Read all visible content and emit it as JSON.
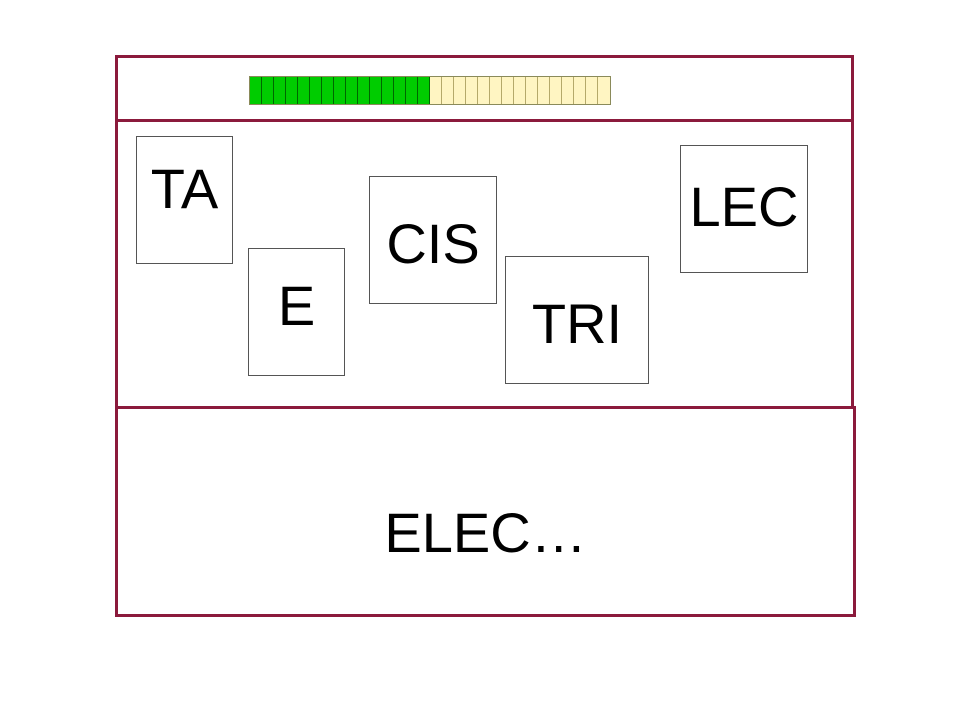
{
  "progress": {
    "filled_segments": 15,
    "total_segments": 30,
    "filled_color": "#00cc00",
    "empty_color": "#fff5c2"
  },
  "tiles": [
    {
      "id": "ta",
      "label": "TA"
    },
    {
      "id": "e",
      "label": "E"
    },
    {
      "id": "cis",
      "label": "CIS"
    },
    {
      "id": "tri",
      "label": "TRI"
    },
    {
      "id": "lec",
      "label": "LEC"
    }
  ],
  "answer": {
    "text": "ELEC…"
  },
  "colors": {
    "frame_border": "#8b1a3c"
  }
}
